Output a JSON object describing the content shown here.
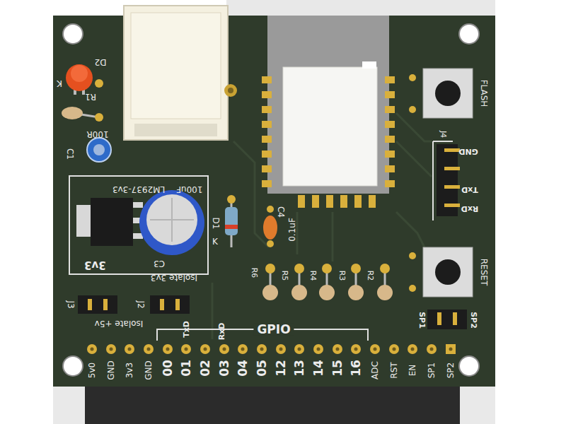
{
  "diagram": {
    "nodes": [
      {
        "text": [
          "LM2937-3v3",
          "100uF",
          "3v3",
          "C3"
        ]
      }
    ],
    "labels": [
      "D2",
      "K",
      "R1",
      "100R",
      "C1",
      "D1",
      "K",
      "C4",
      "0.1uF",
      "FLASH",
      "J4",
      "GND",
      "TxD",
      "RxD",
      "RESET",
      "R6",
      "R5",
      "R4",
      "R3",
      "R2",
      "SP1",
      "SP2",
      "J3",
      "J2",
      "Isolate +5v",
      "Isolate 3v3",
      "TxD",
      "RxD",
      "GPIO",
      "5v0",
      "GND",
      "3v3",
      "GND",
      "00",
      "01",
      "02",
      "03",
      "04",
      "05",
      "12",
      "13",
      "14",
      "15",
      "16",
      "ADC",
      "RST",
      "EN",
      "SP1",
      "SP2"
    ]
  }
}
